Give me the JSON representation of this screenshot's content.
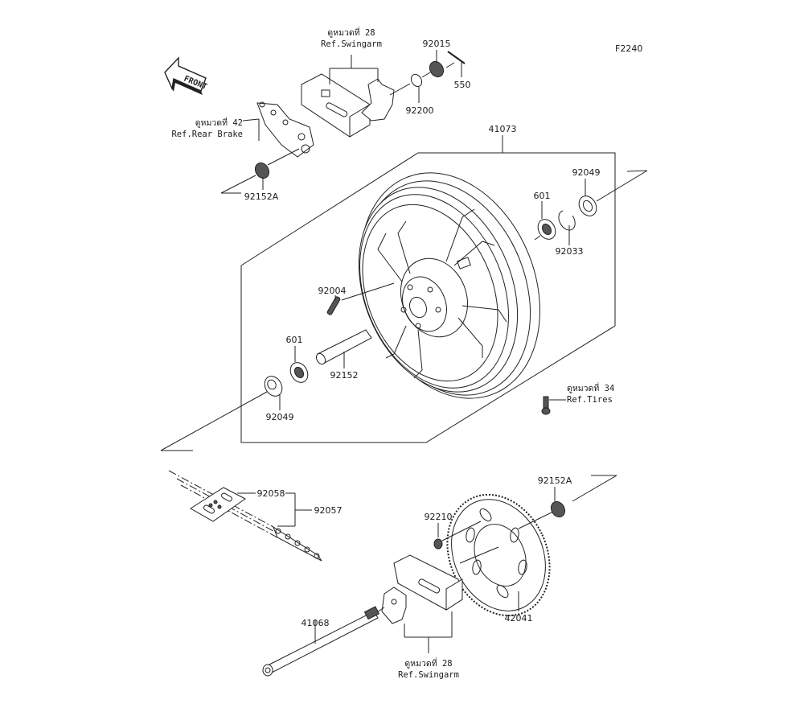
{
  "diagram": {
    "code": "F2240",
    "front_arrow_label": "FRONT",
    "assembly_label": "41073",
    "part_labels": [
      {
        "id": "92015",
        "text": "92015"
      },
      {
        "id": "550",
        "text": "550"
      },
      {
        "id": "92200",
        "text": "92200"
      },
      {
        "id": "92152A-top",
        "text": "92152A"
      },
      {
        "id": "92049-right",
        "text": "92049"
      },
      {
        "id": "601-right",
        "text": "601"
      },
      {
        "id": "92033",
        "text": "92033"
      },
      {
        "id": "92004",
        "text": "92004"
      },
      {
        "id": "601-left",
        "text": "601"
      },
      {
        "id": "92152",
        "text": "92152"
      },
      {
        "id": "92049-left",
        "text": "92049"
      },
      {
        "id": "92058",
        "text": "92058"
      },
      {
        "id": "92057",
        "text": "92057"
      },
      {
        "id": "92210",
        "text": "92210"
      },
      {
        "id": "92152A-bottom",
        "text": "92152A"
      },
      {
        "id": "42041",
        "text": "42041"
      },
      {
        "id": "41068",
        "text": "41068"
      }
    ],
    "references": [
      {
        "id": "ref-swingarm-top",
        "line1": "ดูหมวดที่ 28",
        "line2": "Ref.Swingarm"
      },
      {
        "id": "ref-rear-brake",
        "line1": "ดูหมวดที่ 42",
        "line2": "Ref.Rear Brake"
      },
      {
        "id": "ref-tires",
        "line1": "ดูหมวดที่ 34",
        "line2": "Ref.Tires"
      },
      {
        "id": "ref-swingarm-bottom",
        "line1": "ดูหมวดที่ 28",
        "line2": "Ref.Swingarm"
      }
    ]
  }
}
